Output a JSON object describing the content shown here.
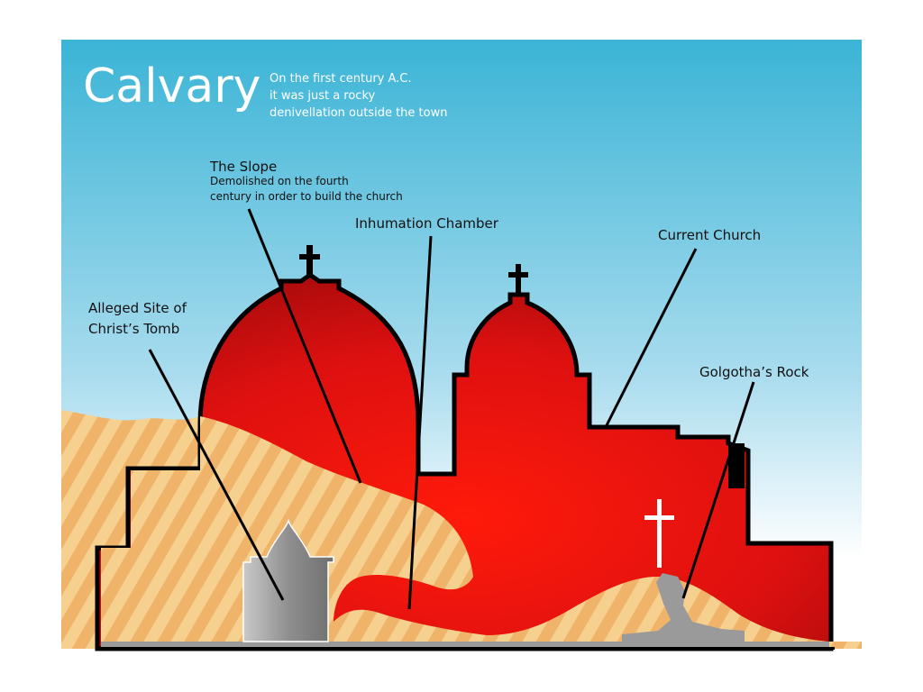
{
  "title": "Calvary",
  "intro": {
    "line1": "On the first century A.C.",
    "line2": "it was just a rocky",
    "line3": "denivellation outside the town"
  },
  "labels": {
    "slope_title": "The Slope",
    "slope_desc1": "Demolished on the fourth",
    "slope_desc2": "century in order to build the church",
    "inhumation": "Inhumation Chamber",
    "current_church": "Current Church",
    "tomb_line1": "Alleged Site of",
    "tomb_line2": "Christ’s Tomb",
    "golgotha": "Golgotha’s Rock"
  },
  "colors": {
    "sky_top": "#3bb4d6",
    "sky_bottom": "#ffffff",
    "church_red": "#ee1111",
    "church_dark": "#b50a0a",
    "rock_stripe_light": "#f5c98a",
    "rock_stripe_dark": "#f0a94a",
    "stone_grey": "#9a9a9a"
  }
}
